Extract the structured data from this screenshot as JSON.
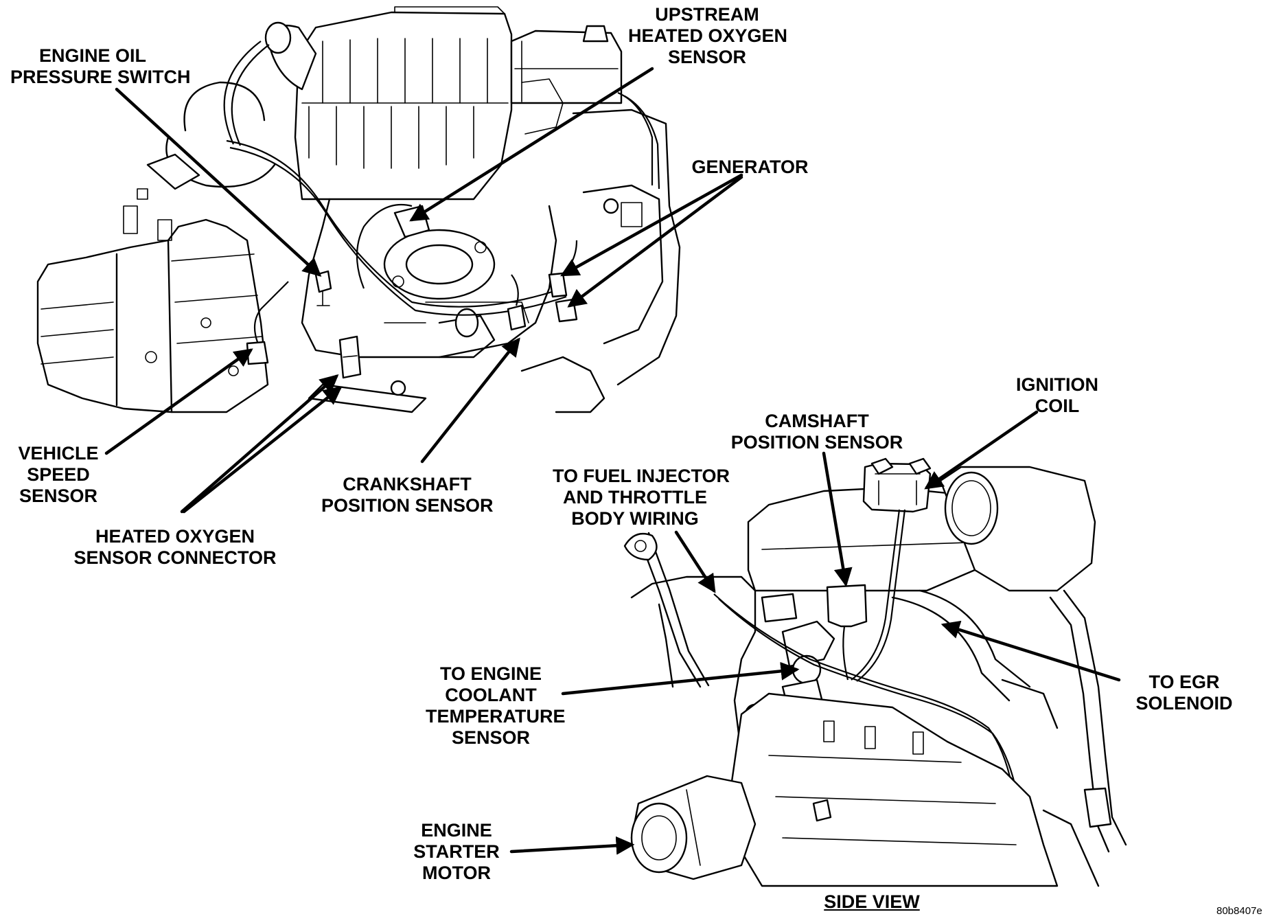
{
  "labels": {
    "upstream_o2": [
      "UPSTREAM",
      "HEATED OXYGEN",
      "SENSOR"
    ],
    "oil_pressure": [
      "ENGINE OIL",
      "PRESSURE SWITCH"
    ],
    "generator": [
      "GENERATOR"
    ],
    "vehicle_speed": [
      "VEHICLE",
      "SPEED",
      "SENSOR"
    ],
    "crankshaft": [
      "CRANKSHAFT",
      "POSITION SENSOR"
    ],
    "o2_connector": [
      "HEATED OXYGEN",
      "SENSOR CONNECTOR"
    ],
    "ignition_coil": [
      "IGNITION",
      "COIL"
    ],
    "camshaft": [
      "CAMSHAFT",
      "POSITION SENSOR"
    ],
    "fuel_injector": [
      "TO FUEL INJECTOR",
      "AND THROTTLE",
      "BODY WIRING"
    ],
    "coolant_temp": [
      "TO ENGINE",
      "COOLANT",
      "TEMPERATURE",
      "SENSOR"
    ],
    "egr": [
      "TO EGR",
      "SOLENOID"
    ],
    "starter": [
      "ENGINE",
      "STARTER",
      "MOTOR"
    ],
    "side_view": "SIDE VIEW"
  },
  "figure_ref": "80b8407e"
}
